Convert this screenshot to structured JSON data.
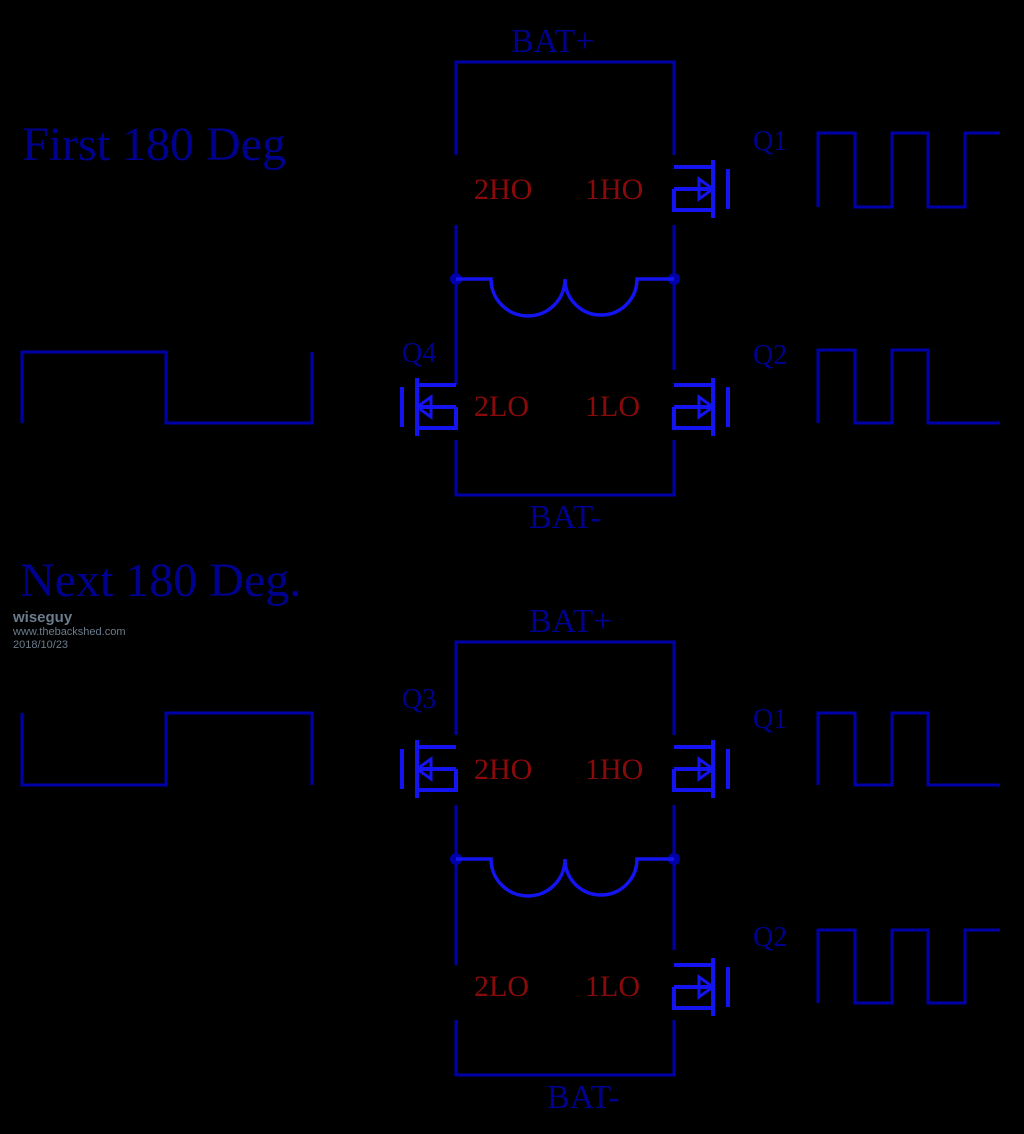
{
  "colors": {
    "wire": "#0000a8",
    "mosfet": "#1414f0",
    "label": "#8a0a0a",
    "text": "#000090",
    "watermark": "#6b7c8c"
  },
  "headings": {
    "first": "First 180 Deg",
    "next": "Next 180 Deg."
  },
  "circuit_top": {
    "bat_plus": "BAT+",
    "bat_minus": "BAT-",
    "labels": {
      "hi2": "2HO",
      "hi1": "1HO",
      "lo2": "2LO",
      "lo1": "1LO"
    },
    "q_labels": {
      "right_top": "Q1",
      "left_bottom": "Q4",
      "right_bottom": "Q2"
    }
  },
  "circuit_bottom": {
    "bat_plus": "BAT+",
    "bat_minus": "BAT-",
    "labels": {
      "hi2": "2HO",
      "hi1": "1HO",
      "lo2": "2LO",
      "lo1": "1LO"
    },
    "q_labels": {
      "left_top": "Q3",
      "right_top": "Q1",
      "right_bottom": "Q2"
    }
  },
  "watermark": {
    "name": "wiseguy",
    "site": "www.thebackshed.com",
    "date": "2018/10/23"
  }
}
